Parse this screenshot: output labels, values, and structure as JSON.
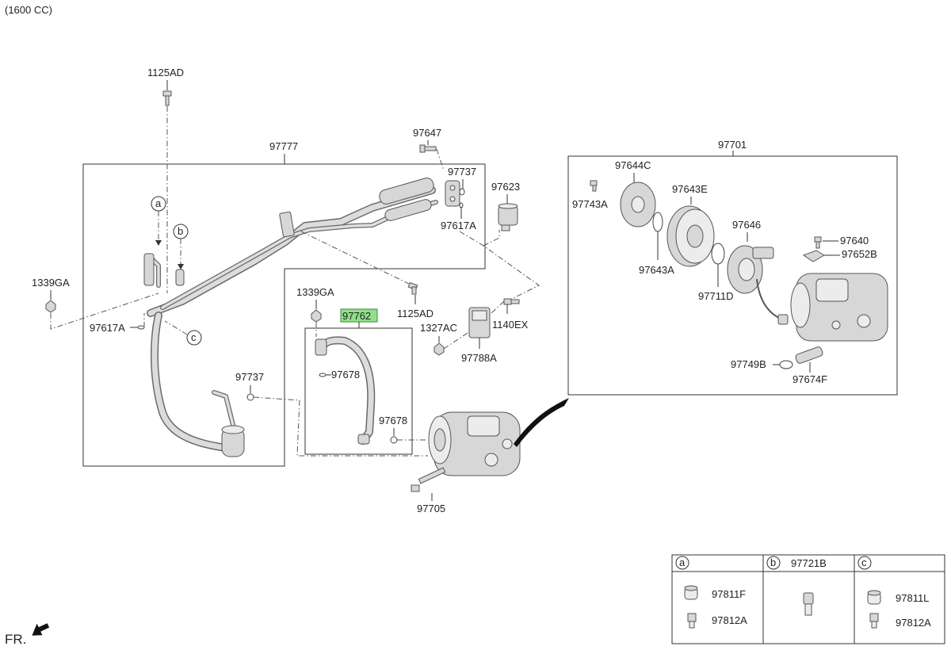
{
  "header": {
    "engine_label": "(1600 CC)"
  },
  "footer": {
    "front_label": "FR."
  },
  "callouts": {
    "c1125AD_top": "1125AD",
    "c97777": "97777",
    "c97647": "97647",
    "c97737_top": "97737",
    "c97623": "97623",
    "c97617A_right": "97617A",
    "c1339GA_left": "1339GA",
    "c97617A_left": "97617A",
    "c1339GA_mid": "1339GA",
    "c97762": "97762",
    "c1125AD_mid": "1125AD",
    "c1327AC": "1327AC",
    "c1140EX": "1140EX",
    "c97788A": "97788A",
    "c97678_upper": "97678",
    "c97678_lower": "97678",
    "c97737_bottom": "97737",
    "c97705": "97705",
    "c97701": "97701",
    "c97644C": "97644C",
    "c97743A": "97743A",
    "c97643E": "97643E",
    "c97643A": "97643A",
    "c97646": "97646",
    "c97640": "97640",
    "c97652B": "97652B",
    "c97711D": "97711D",
    "c97749B": "97749B",
    "c97674F": "97674F"
  },
  "markers": {
    "a": "a",
    "b": "b",
    "c": "c"
  },
  "legend": {
    "a": {
      "letter": "a",
      "item1": "97811F",
      "item2": "97812A"
    },
    "b": {
      "letter": "b",
      "title": "97721B"
    },
    "c": {
      "letter": "c",
      "item1": "97811L",
      "item2": "97812A"
    }
  }
}
